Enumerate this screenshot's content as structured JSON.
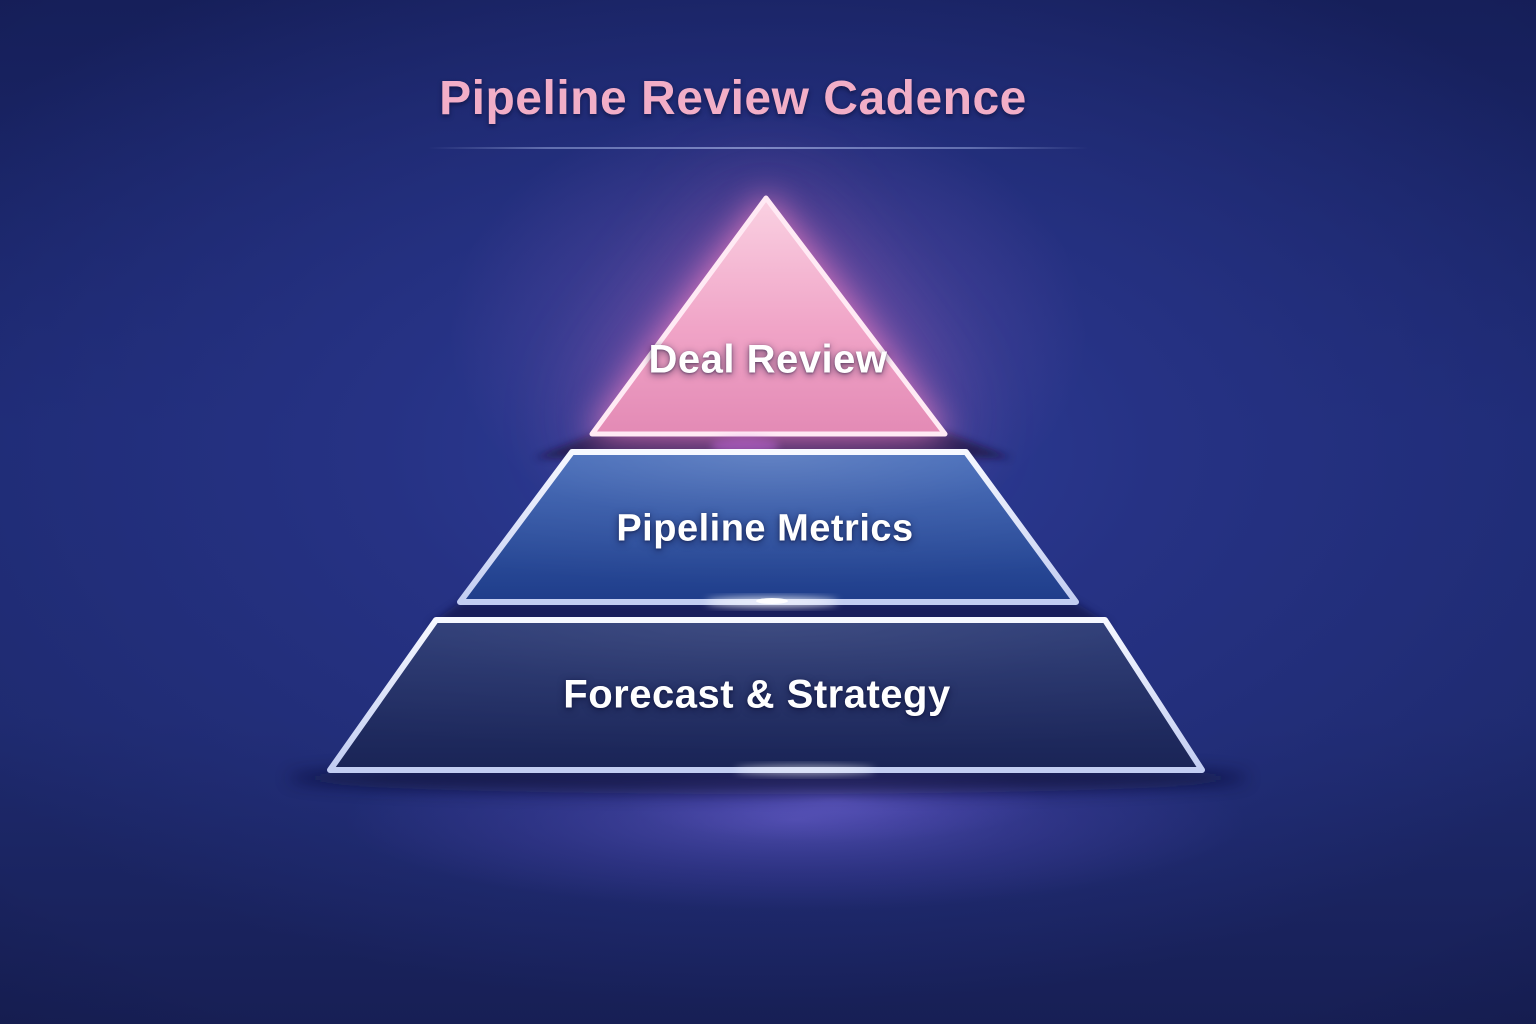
{
  "title": "Pipeline Review Cadence",
  "diagram": {
    "type": "pyramid",
    "levels": [
      {
        "position": "top",
        "label": "Deal Review",
        "fill": "#ef9fc4"
      },
      {
        "position": "middle",
        "label": "Pipeline Metrics",
        "fill": "#2f55a7"
      },
      {
        "position": "bottom",
        "label": "Forecast & Strategy",
        "fill": "#222f66"
      }
    ]
  },
  "colors": {
    "background": "#1d2a72",
    "title_text": "#f2aec7",
    "level_label_text": "#ffffff",
    "tier_border": "#dfe6fb",
    "top_glow": "#ff8cc8",
    "floor_glow": "#6a5ed0"
  }
}
